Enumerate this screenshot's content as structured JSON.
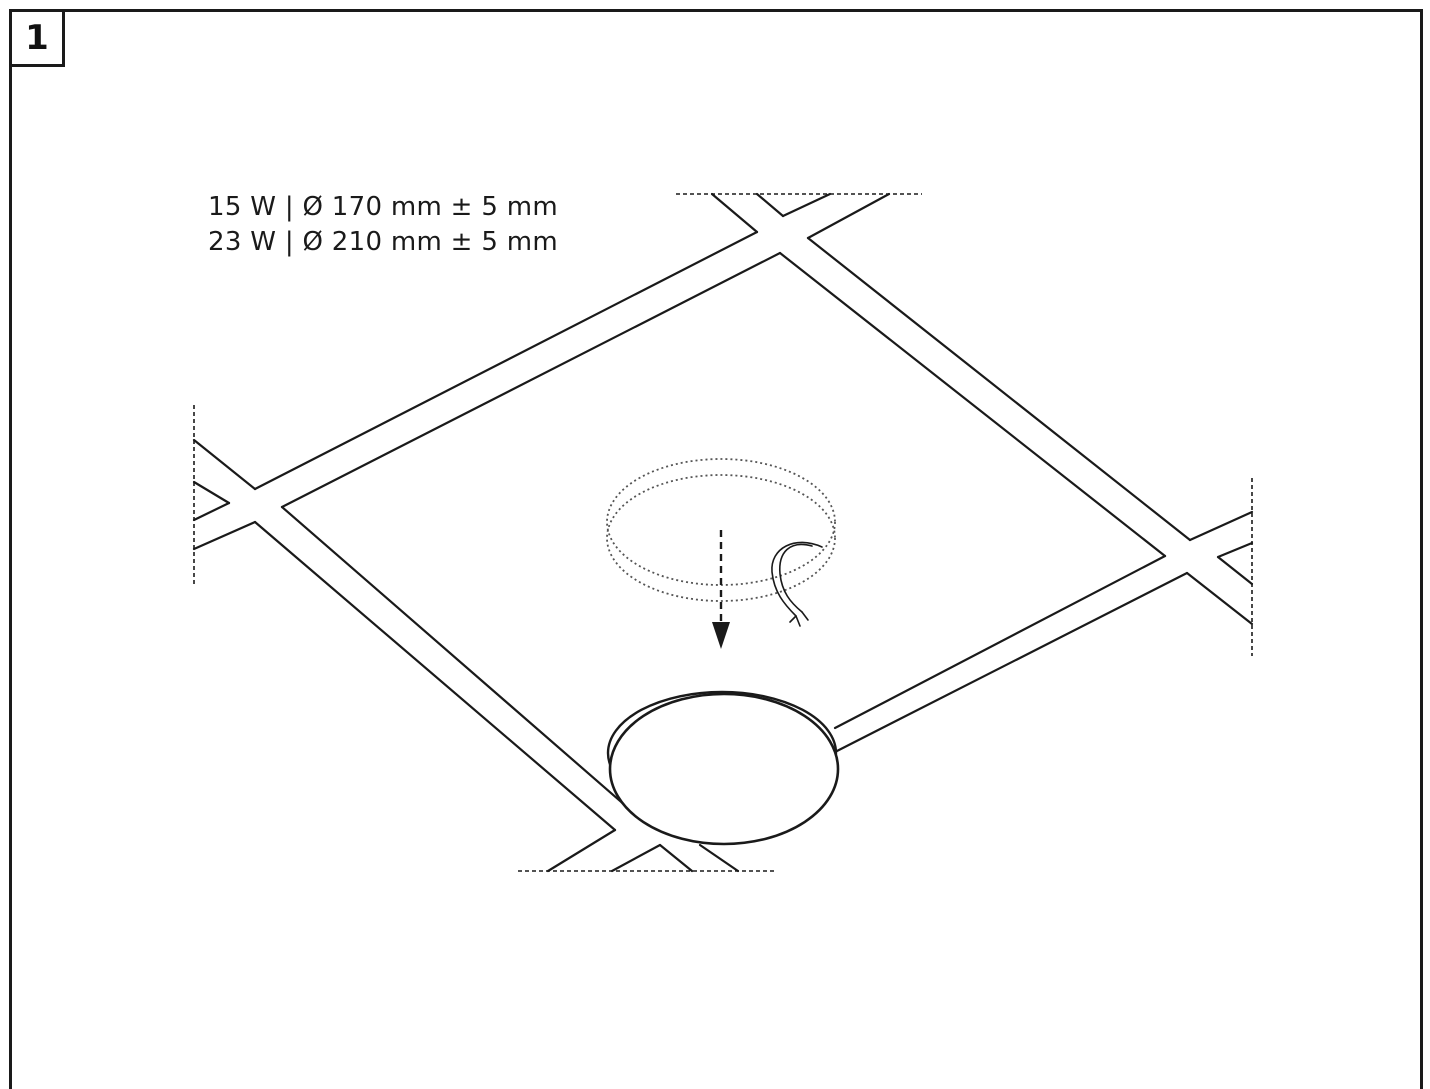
{
  "step": {
    "number": "1"
  },
  "specs": [
    "15 W | Ø 170 mm ± 5 mm",
    "23 W | Ø 210 mm ± 5 mm"
  ],
  "icons": {
    "arrow": "down-arrow-icon",
    "cable": "cable-icon",
    "lamp": "round-ceiling-lamp-icon"
  },
  "colors": {
    "line": "#1a1a1a",
    "background": "#ffffff"
  }
}
